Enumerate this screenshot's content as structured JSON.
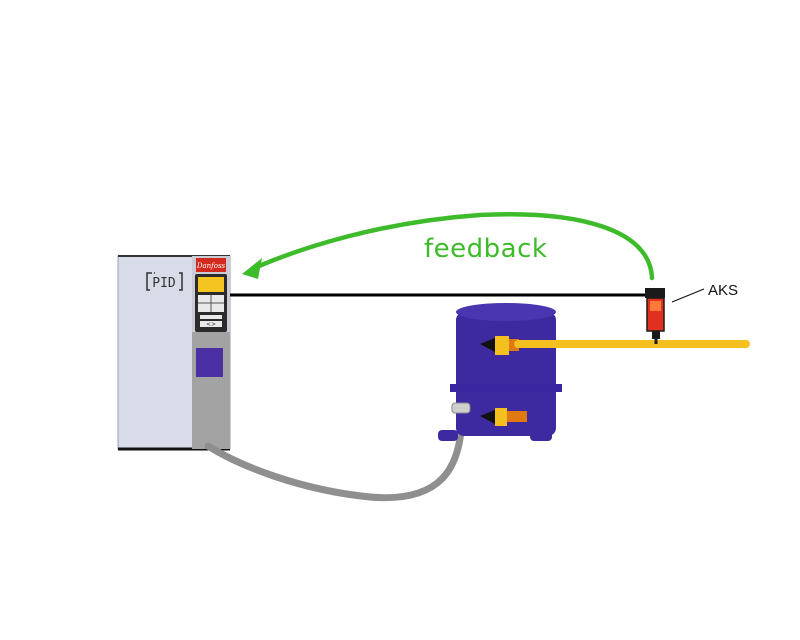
{
  "feedback_label": "feedback",
  "sensor_label": "AKS",
  "controller_tag": "PID",
  "brand_logo_text": "Danfoss",
  "colors": {
    "feedback_arrow": "#3dbb2a",
    "signal_wire": "#000000",
    "refrigerant_line": "#f4c020",
    "compressor": "#3d2aa0",
    "motor_cable": "#8f8f8f",
    "drive_panel": "#d8dbe8",
    "sensor_body": "#e03020"
  }
}
